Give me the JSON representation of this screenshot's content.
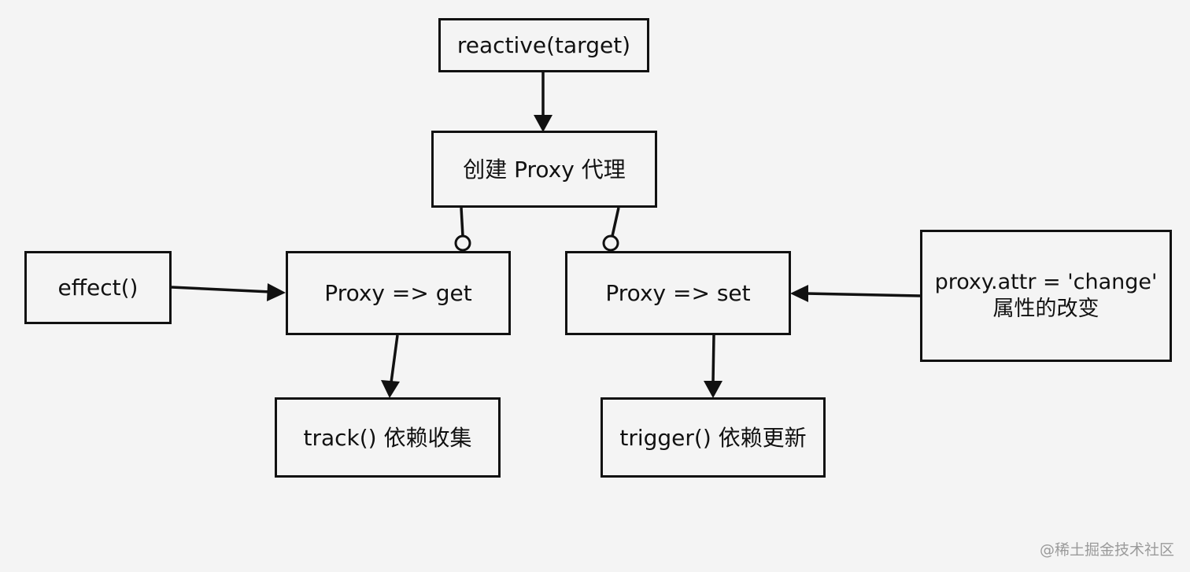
{
  "nodes": {
    "reactive": "reactive(target)",
    "create_proxy": "创建 Proxy 代理",
    "effect": "effect()",
    "proxy_get": "Proxy => get",
    "proxy_set": "Proxy => set",
    "attr_change_line1": "proxy.attr = 'change'",
    "attr_change_line2": "属性的改变",
    "track": "track() 依赖收集",
    "trigger": "trigger() 依赖更新"
  },
  "watermark": "@稀土掘金技术社区"
}
